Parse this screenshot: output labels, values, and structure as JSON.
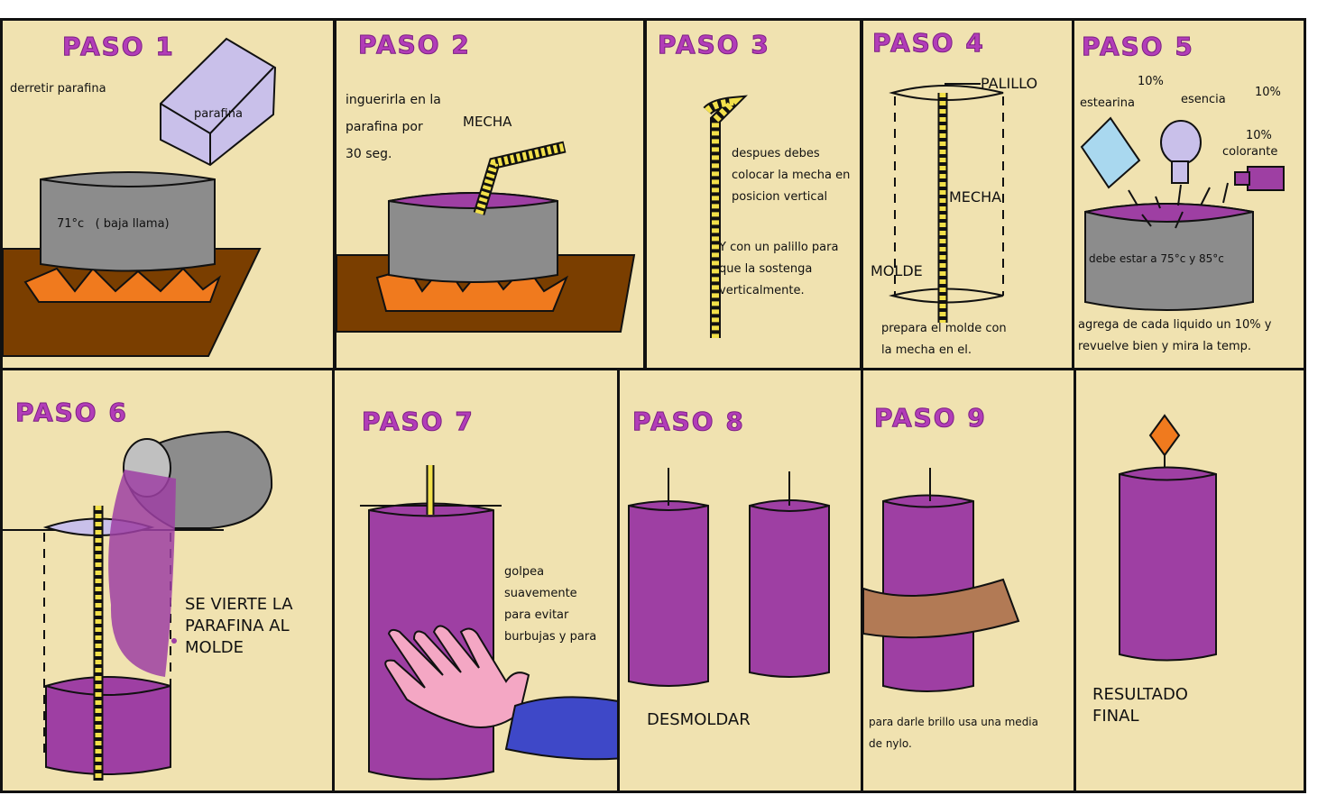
{
  "steps": {
    "s1": {
      "title": "PASO 1",
      "text": "derretir parafina",
      "box_label": "parafina",
      "pot_label": "71°c   ( baja llama)"
    },
    "s2": {
      "title": "PASO 2",
      "line1": "inguerirla en la",
      "line2": "parafina por",
      "line3": "30 seg.",
      "wick_label": "MECHA"
    },
    "s3": {
      "title": "PASO 3",
      "l1": "despues debes",
      "l2": "colocar la mecha en",
      "l3": "posicion vertical",
      "l4": "Y con un palillo para",
      "l5": "que la sostenga",
      "l6": "verticalmente."
    },
    "s4": {
      "title": "PASO 4",
      "stick_label": "PALILLO",
      "wick_label": "MECHA",
      "mold_label": "MOLDE",
      "l1": "prepara el molde  con",
      "l2": "la mecha en el."
    },
    "s5": {
      "title": "PASO 5",
      "pct1": "10%",
      "stearin": "estearina",
      "essence": "esencia",
      "pct2": "10%",
      "pct3": "10%",
      "colorant": "colorante",
      "pot_label": "debe estar a 75°c y 85°c",
      "l1": "agrega de cada liquido un 10% y",
      "l2": "revuelve bien y mira la temp."
    },
    "s6": {
      "title": "PASO 6",
      "l1": "SE VIERTE LA",
      "l2": "PARAFINA AL",
      "l3": "MOLDE"
    },
    "s7": {
      "title": "PASO 7",
      "l1": "golpea",
      "l2": "suavemente",
      "l3": "para evitar",
      "l4": "burbujas y para"
    },
    "s8": {
      "title": "PASO 8",
      "label": "DESMOLDAR"
    },
    "s9": {
      "title": "PASO 9",
      "l1": "para darle brillo usa una media",
      "l2": "de nylo."
    },
    "s10": {
      "l1": "RESULTADO",
      "l2": "FINAL"
    }
  },
  "colors": {
    "panel_bg": "#f0e2b0",
    "purple": "#9e3fa3",
    "title": "#b23db8",
    "flame": "#f07a1e",
    "pot": "#8c8c8c",
    "table": "#7a3e00",
    "wick": "#f2e04a"
  }
}
